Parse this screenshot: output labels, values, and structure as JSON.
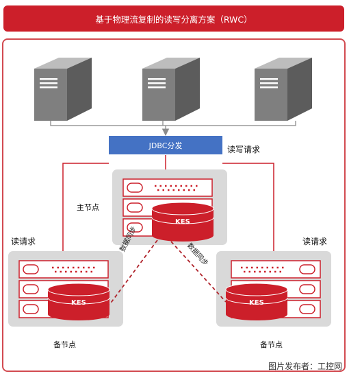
{
  "title": "基于物理流复制的读写分离方案（RWC）",
  "jdbc_label": "JDBC分发",
  "rw_request_label": "读写请求",
  "primary_label": "主节点",
  "read_request_label": "读请求",
  "standby_label": "备节点",
  "kes_label": "KES",
  "sync_label": "数据同步",
  "credit": "图片发布者：工控网",
  "colors": {
    "accent": "#cc1f2a",
    "jdbc": "#4472c4",
    "server": "#7f7f7f",
    "node_bg": "#d9d9d9"
  }
}
